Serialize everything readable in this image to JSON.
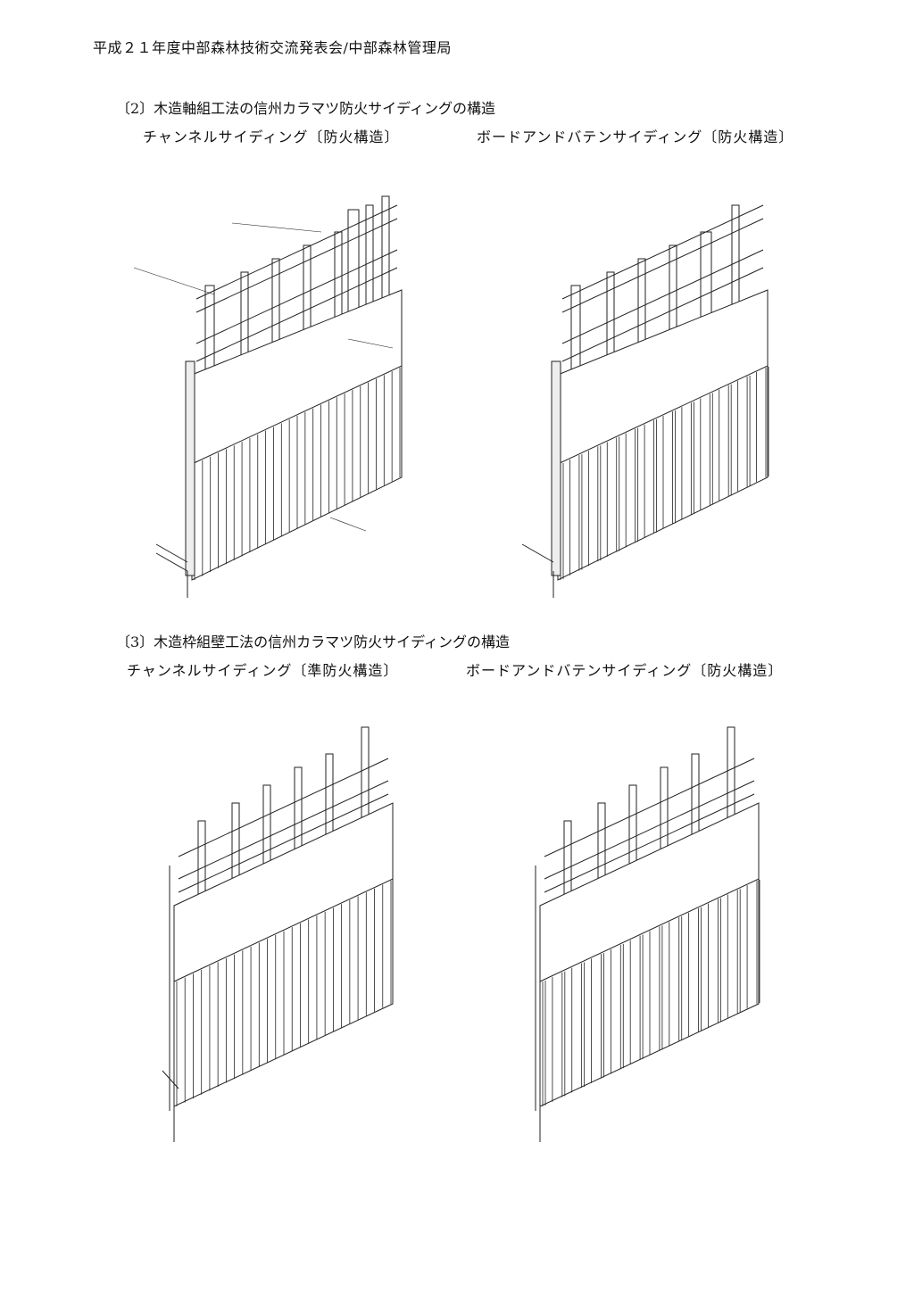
{
  "header": "平成２１年度中部森林技術交流発表会/中部森林管理局",
  "section2": {
    "title": "〔2〕木造軸組工法の信州カラマツ防火サイディングの構造",
    "left_caption": "チャンネルサイディング〔防火構造〕",
    "right_caption": "ボードアンドバテンサイディング〔防火構造〕"
  },
  "section3": {
    "title": "〔3〕木造枠組壁工法の信州カラマツ防火サイディングの構造",
    "left_caption": "チャンネルサイディング〔準防火構造〕",
    "right_caption": "ボードアンドバテンサイディング〔防火構造〕"
  }
}
